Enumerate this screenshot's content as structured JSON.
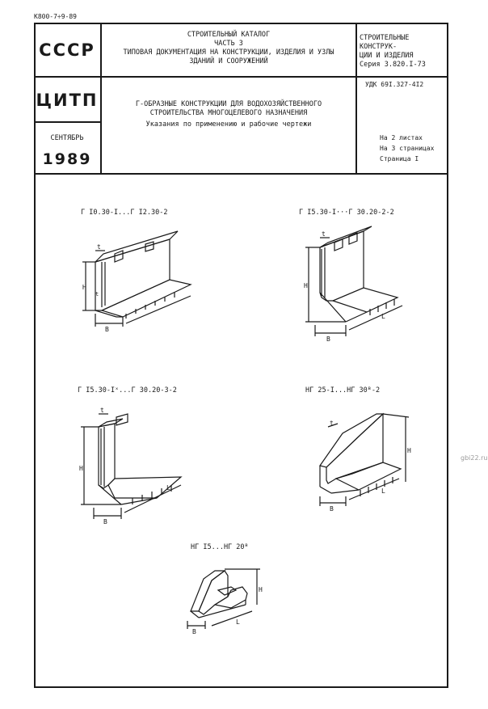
{
  "doc_code": "К800-7÷9-89",
  "stamp": {
    "org1": "СССР",
    "org2": "ЦИТП",
    "month": "СЕНТЯБРЬ",
    "year": "1989"
  },
  "catalog": {
    "line1": "Строительный каталог",
    "line2": "Часть 3",
    "line3": "Типовая документация на конструкции, изделия и узлы",
    "line4": "зданий и сооружений"
  },
  "series_box": {
    "line1": "Строительные конструк-",
    "line2": "ции и изделия",
    "line3": "Серия 3.820.I-73"
  },
  "udk": "УДК 69I.327-4I2",
  "title": {
    "line1": "Г-образные конструкции для водохозяйственного",
    "line2": "строительства многоцелевого назначения",
    "line3": "Указания по применению и рабочие чертежи"
  },
  "sheets": {
    "line1": "На 2 листах",
    "line2": "На 3 страницах",
    "line3": "Страница I"
  },
  "figures": [
    {
      "label": "Г I0.30-I...Г I2.30-2"
    },
    {
      "label": "Г I5.30-I···Г 30.20-2-2"
    },
    {
      "label": "Г I5.30-Iˣ...Г 30.20-3-2"
    },
    {
      "label": "НГ 25-I...НГ 30ᴮ-2"
    },
    {
      "label": "НГ I5...НГ 20ᴮ"
    }
  ],
  "dim_letters": {
    "t": "t",
    "H": "H",
    "B": "B",
    "L": "L"
  },
  "watermark": "gbi22.ru"
}
